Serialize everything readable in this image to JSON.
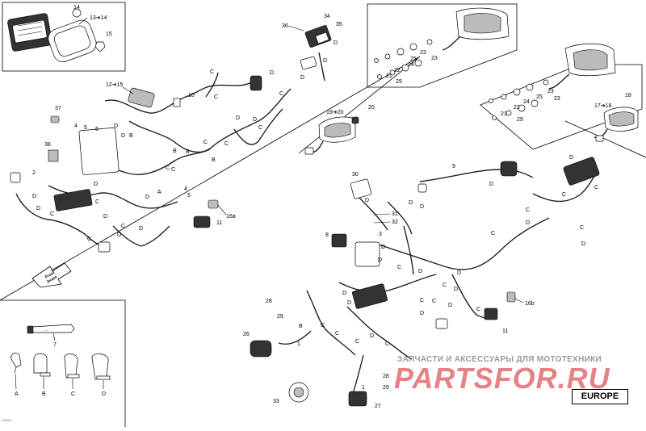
{
  "diagram": {
    "region_label": "EUROPE",
    "doc_code": "rt1910",
    "front_label": [
      "Front",
      "Avant"
    ],
    "watermark": {
      "line1": "ЗАПЧАСТИ И АКСЕССУАРЫ ДЛЯ МОТОТЕХНИКИ",
      "brand": "PARTSFOR.RU"
    },
    "callouts": {
      "c1": "1",
      "c2": "2",
      "c3": "3",
      "c4": "4",
      "c5": "5",
      "c6": "6",
      "c7": "7",
      "c8": "8",
      "c9": "9",
      "c10": "10",
      "c11a": "11",
      "c11b": "11",
      "c12_15": "12➔15",
      "c13_14": "13➔14",
      "c14": "14",
      "c15": "15",
      "c16a": "16a",
      "c16b": "16b",
      "c17_18": "17➔18",
      "c18": "18",
      "c19_20": "19➔20",
      "c20": "20",
      "c21a": "21",
      "c21b": "21",
      "c22a": "22",
      "c22b": "22",
      "c23a": "23",
      "c23b": "23",
      "c23c": "23",
      "c23d": "23",
      "c24a": "24",
      "c24b": "24",
      "c25a": "25",
      "c25b": "25",
      "c26": "26",
      "c27": "27",
      "c28": "28",
      "c29a": "29",
      "c29b": "29",
      "c30": "30",
      "c31": "31",
      "c32": "32",
      "c33": "33",
      "c34": "34",
      "c35": "35",
      "c36": "36",
      "c37": "37",
      "c38": "38"
    },
    "clamp_legend": [
      "A",
      "B",
      "C",
      "D"
    ],
    "clamp_letters": {
      "A": "A",
      "B": "B",
      "C": "C",
      "D": "D"
    }
  }
}
